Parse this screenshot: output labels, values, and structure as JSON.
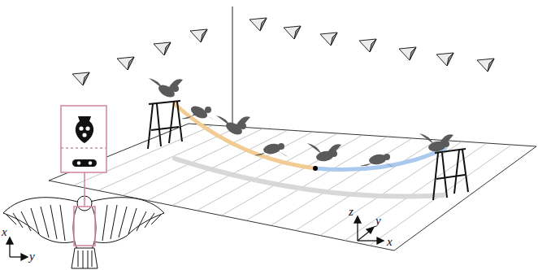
{
  "diagram": {
    "labels": [
      "x",
      "y",
      "z",
      "y",
      "x"
    ]
  }
}
